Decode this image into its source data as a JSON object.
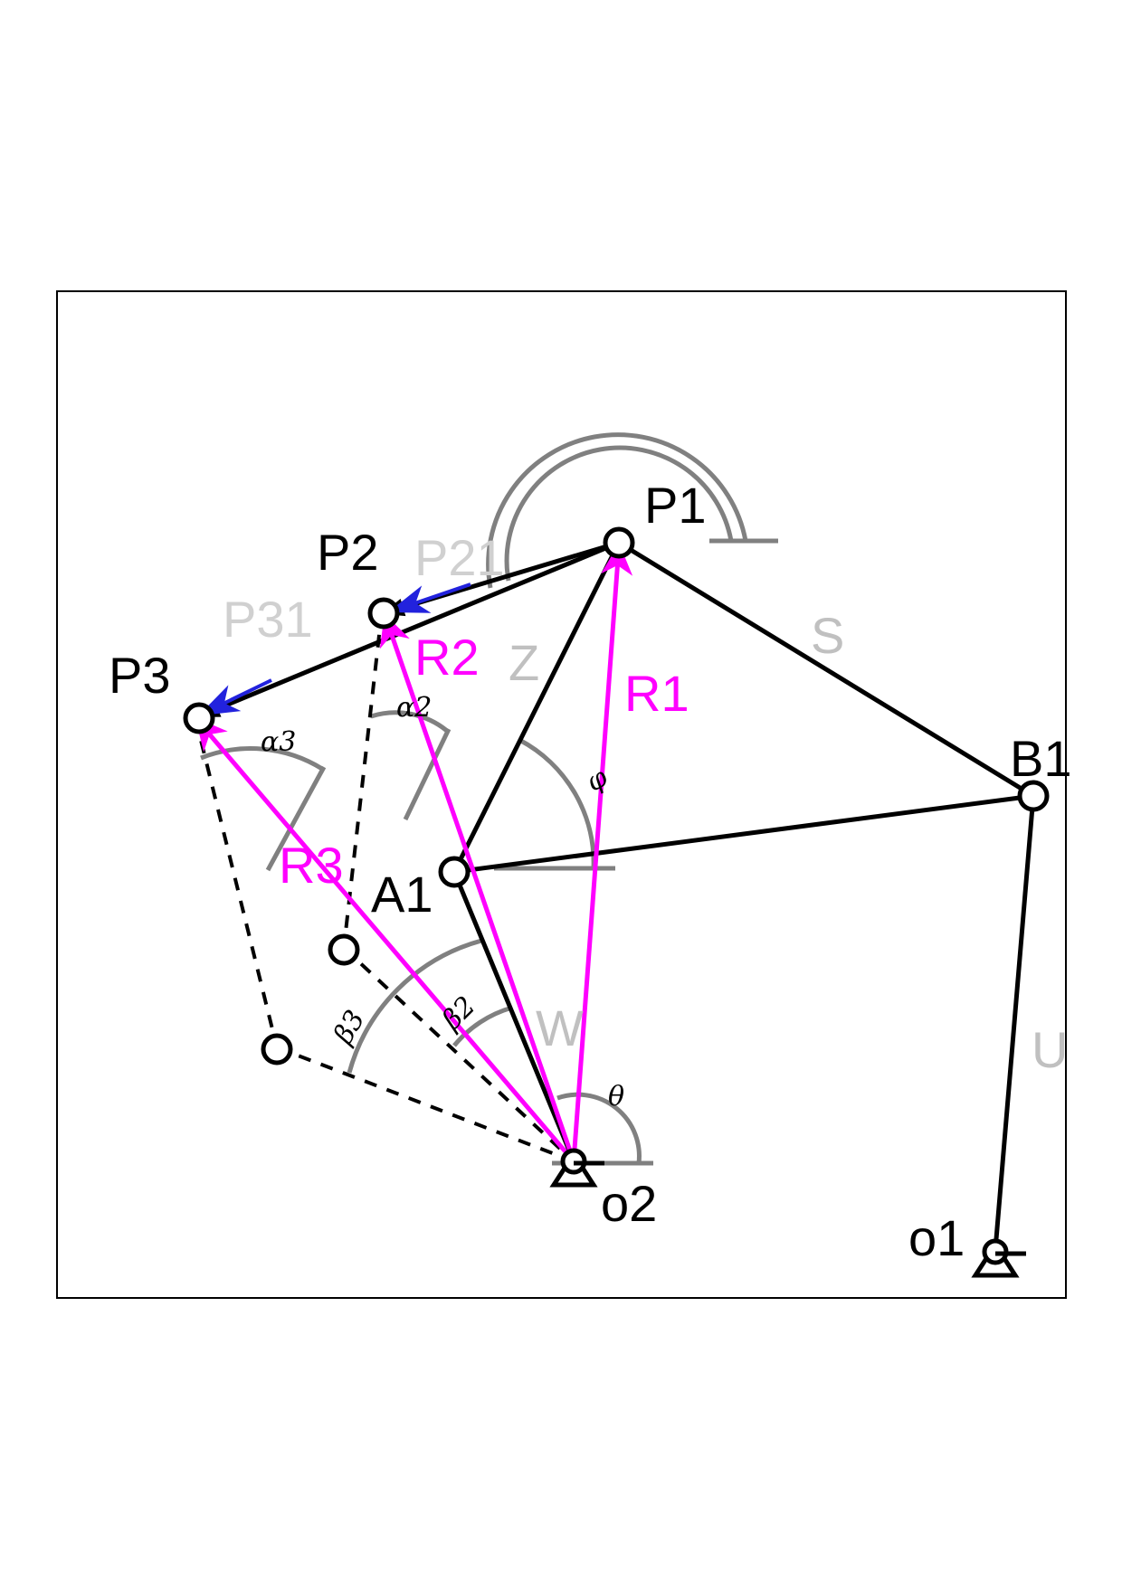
{
  "colors": {
    "link": "#000000",
    "vector": "#ff00ff",
    "displacement": "#2222dd",
    "angle_arc": "#808080",
    "faint_label": "#c0c0c0",
    "frame": "#000000"
  },
  "points": {
    "P1": "P1",
    "P2": "P2",
    "P3": "P3",
    "A1": "A1",
    "B1": "B1",
    "o1": "o1",
    "o2": "o2"
  },
  "vectors": {
    "R1": "R1",
    "R2": "R2",
    "R3": "R3"
  },
  "links": {
    "S": "S",
    "Z": "Z",
    "W": "W",
    "U": "U"
  },
  "displacements": {
    "P21": "P21",
    "P31": "P31"
  },
  "angles": {
    "alpha2": "α2",
    "alpha3": "α3",
    "beta2": "β2",
    "beta3": "β3",
    "theta": "θ",
    "phi": "φ"
  }
}
